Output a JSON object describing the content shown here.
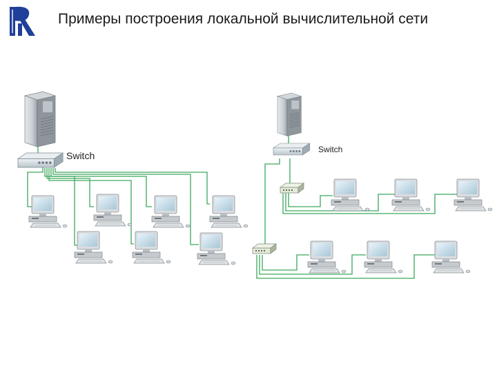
{
  "header": {
    "title": "Примеры построения локальной вычислительной сети",
    "logo_icon": "university-monogram-logo"
  },
  "diagram": {
    "left_network": {
      "server_icon": "tower-server-icon",
      "switch_label": "Switch",
      "workstation_count": 7
    },
    "right_network": {
      "server_icon": "tower-server-icon",
      "switch_label": "Switch",
      "hub_count": 2,
      "workstation_count": 6
    },
    "colors": {
      "cable": "#3aa65a",
      "logo_blue": "#1f3f9a",
      "switch_body": "#dfe6ea"
    }
  }
}
